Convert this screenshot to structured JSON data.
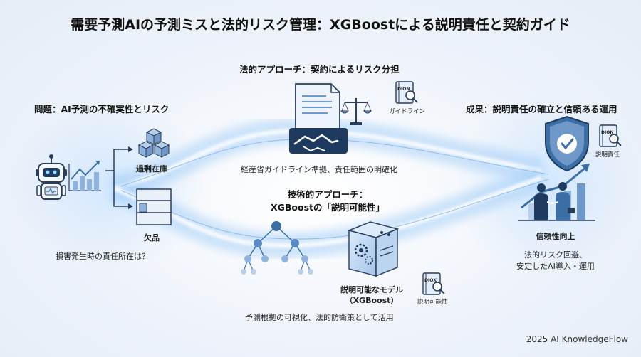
{
  "title": "需要予測AIの予測ミスと法的リスク管理：XGBoostによる説明責任と契約ガイド",
  "problem": {
    "heading": "問題：AI予測の不確実性とリスク",
    "overstock_label": "過剰在庫",
    "stockout_label": "欠品",
    "caption": "損害発生時の責任所在は？"
  },
  "legal": {
    "heading": "法的アプローチ：契約によるリスク分担",
    "guideline_label": "ガイドライン",
    "caption": "経産省ガイドライン準拠、責任範囲の明確化"
  },
  "technical": {
    "heading_line1": "技術的アプローチ：",
    "heading_line2": "XGBoostの「説明可能性」",
    "model_label_line1": "説明可能なモデル",
    "model_label_line2": "（XGBoost）",
    "explainability_label": "説明可能性",
    "caption": "予測根拠の可視化、法的防衛策として活用"
  },
  "result": {
    "heading": "成果：説明責任の確立と信頼ある運用",
    "accountability_label": "説明責任",
    "trust_label": "信頼性向上",
    "caption_line1": "法的リスク回避、",
    "caption_line2": "安定したAI導入・運用"
  },
  "book_labels": [
    "DION",
    "DION",
    "DIOK"
  ],
  "footer": "2025 AI KnowledgeFlow",
  "colors": {
    "navy": "#1e3a5f",
    "blue": "#3b6ea5",
    "light_blue": "#8fb3dd",
    "glow": "#9ec9f5",
    "background": "#eef3fa"
  }
}
